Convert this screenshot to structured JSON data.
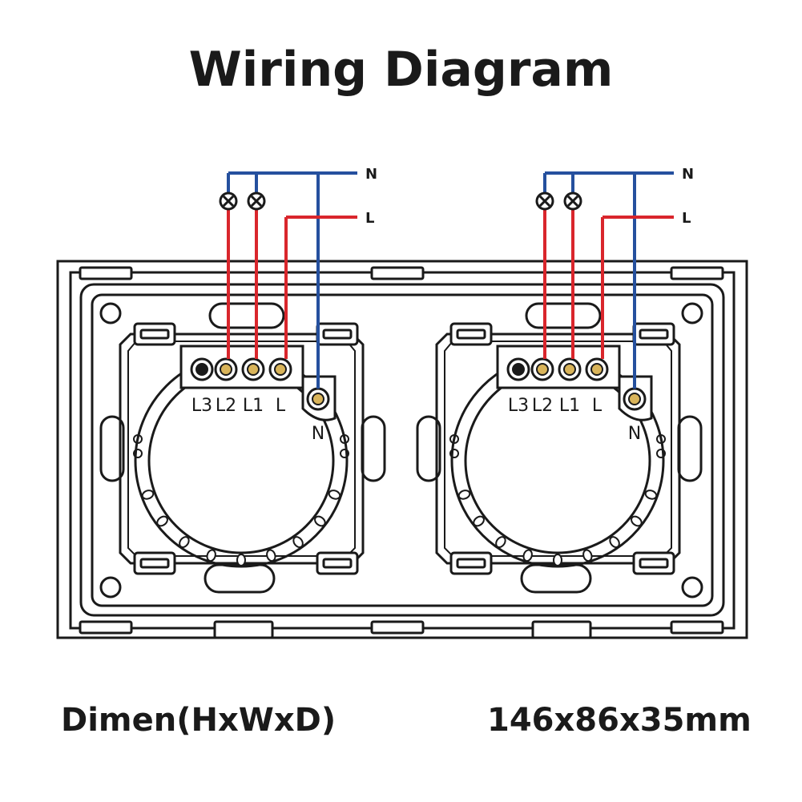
{
  "title": "Wiring Diagram",
  "colors": {
    "live": "#d9262c",
    "neutral": "#25509e",
    "outline": "#1a1a1a",
    "terminal_fill": "#d9b45a"
  },
  "supply_labels": {
    "neutral": "N",
    "live": "L"
  },
  "modules": [
    {
      "terminals": [
        "L3",
        "L2",
        "L1",
        "L"
      ],
      "neutral_terminal": "N"
    },
    {
      "terminals": [
        "L3",
        "L2",
        "L1",
        "L"
      ],
      "neutral_terminal": "N"
    }
  ],
  "dimensions": {
    "label": "Dimen(HxWxD)",
    "value": "146x86x35mm"
  }
}
